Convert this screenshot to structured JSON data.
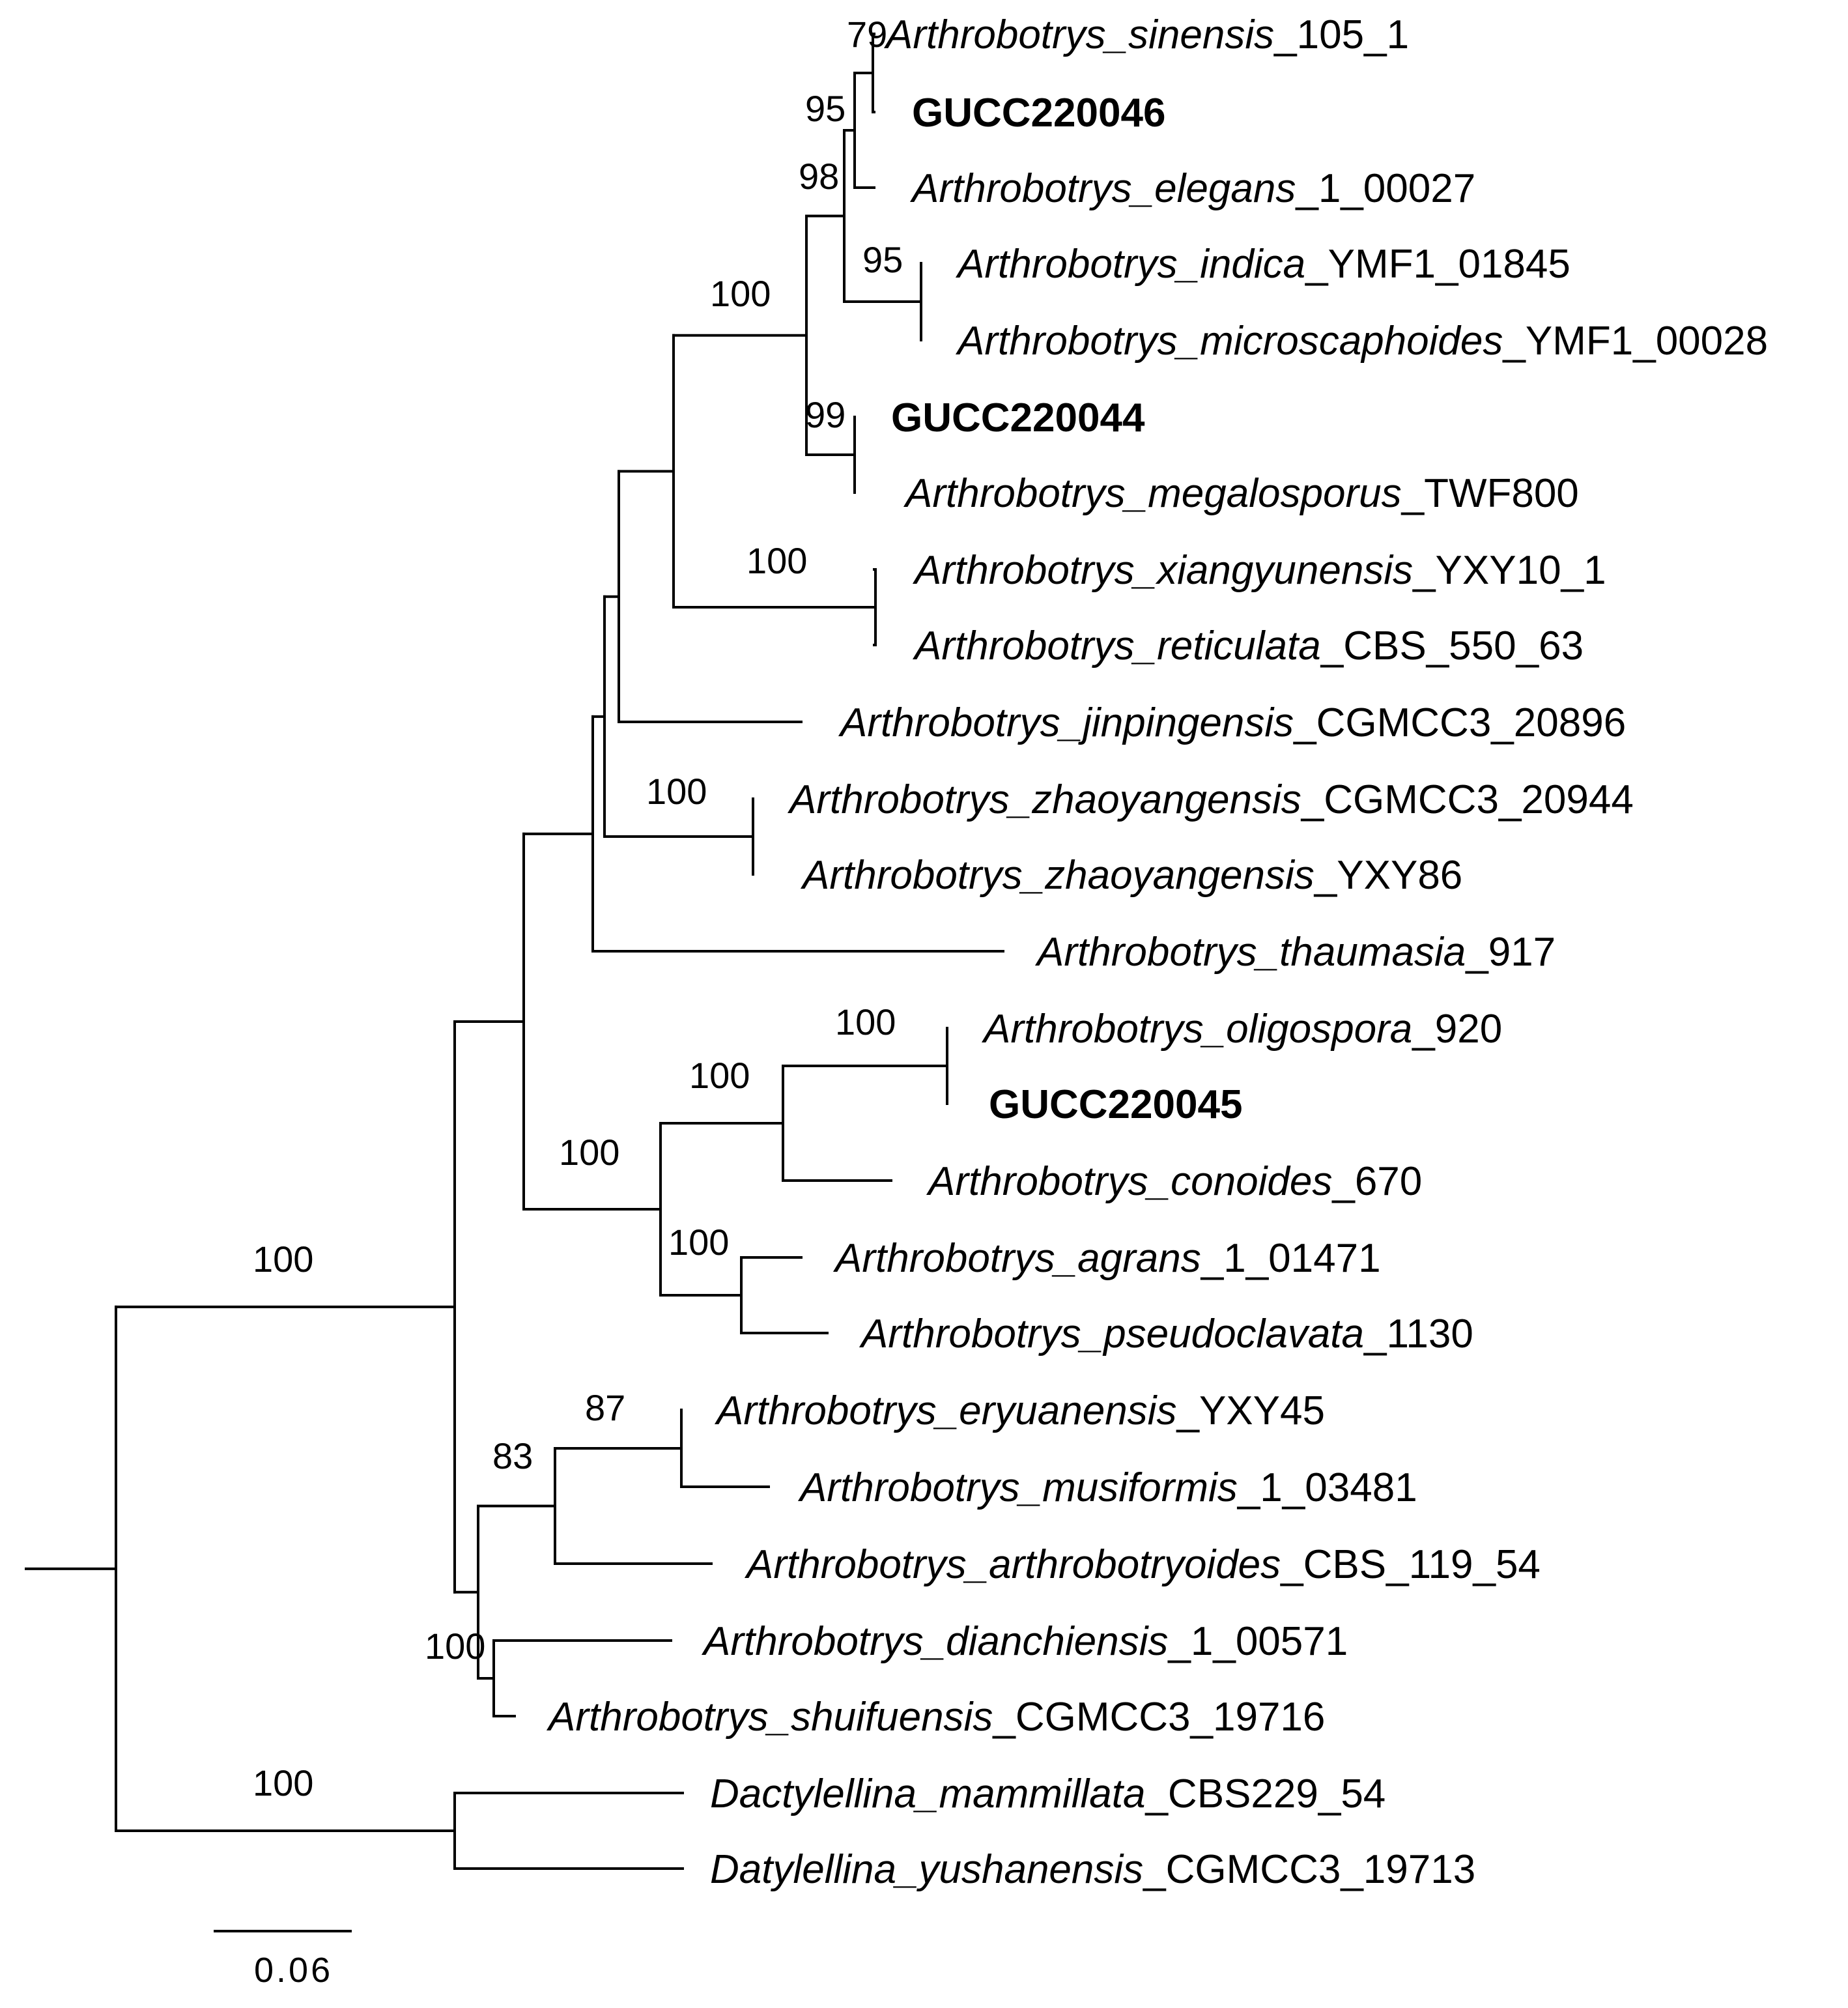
{
  "tree": {
    "tips": [
      {
        "genus": "Arthrobotrys_sinensis",
        "strain": "_105_1",
        "bold": false
      },
      {
        "genus": "",
        "strain": "GUCC220046",
        "bold": true
      },
      {
        "genus": "Arthrobotrys_elegans",
        "strain": "_1_00027",
        "bold": false
      },
      {
        "genus": "Arthrobotrys_indica",
        "strain": "_YMF1_01845",
        "bold": false
      },
      {
        "genus": "Arthrobotrys_microscaphoides",
        "strain": "_YMF1_00028",
        "bold": false
      },
      {
        "genus": "",
        "strain": "GUCC220044",
        "bold": true
      },
      {
        "genus": "Arthrobotrys_megalosporus",
        "strain": "_TWF800",
        "bold": false
      },
      {
        "genus": "Arthrobotrys_xiangyunensis",
        "strain": "_YXY10_1",
        "bold": false
      },
      {
        "genus": "Arthrobotrys_reticulata",
        "strain": "_CBS_550_63",
        "bold": false
      },
      {
        "genus": "Arthrobotrys_jinpingensis",
        "strain": "_CGMCC3_20896",
        "bold": false
      },
      {
        "genus": "Arthrobotrys_zhaoyangensis",
        "strain": "_CGMCC3_20944",
        "bold": false
      },
      {
        "genus": "Arthrobotrys_zhaoyangensis",
        "strain": "_YXY86",
        "bold": false
      },
      {
        "genus": "Arthrobotrys_thaumasia",
        "strain": "_917",
        "bold": false
      },
      {
        "genus": "Arthrobotrys_oligospora",
        "strain": "_920",
        "bold": false
      },
      {
        "genus": "",
        "strain": "GUCC220045",
        "bold": true
      },
      {
        "genus": "Arthrobotrys_conoides",
        "strain": "_670",
        "bold": false
      },
      {
        "genus": "Arthrobotrys_agrans",
        "strain": "_1_01471",
        "bold": false
      },
      {
        "genus": "Arthrobotrys_pseudoclavata",
        "strain": "_1130",
        "bold": false
      },
      {
        "genus": "Arthrobotrys_eryuanensis",
        "strain": "_YXY45",
        "bold": false
      },
      {
        "genus": "Arthrobotrys_musiformis",
        "strain": "_1_03481",
        "bold": false
      },
      {
        "genus": "Arthrobotrys_arthrobotryoides",
        "strain": "_CBS_119_54",
        "bold": false
      },
      {
        "genus": "Arthrobotrys_dianchiensis",
        "strain": "_1_00571",
        "bold": false
      },
      {
        "genus": "Arthrobotrys_shuifuensis",
        "strain": "_CGMCC3_19716",
        "bold": false
      },
      {
        "genus": "Dactylellina_mammillata",
        "strain": "_CBS229_54",
        "bold": false
      },
      {
        "genus": "Datylellina_yushanensis",
        "strain": "_CGMCC3_19713",
        "bold": false
      }
    ],
    "support_values": [
      "79",
      "95",
      "98",
      "95",
      "100",
      "99",
      "100",
      "100",
      "100",
      "100",
      "100",
      "100",
      "100",
      "87",
      "83",
      "100",
      "100"
    ],
    "scale_bar": {
      "value": 0.06,
      "label": "0.06"
    }
  }
}
